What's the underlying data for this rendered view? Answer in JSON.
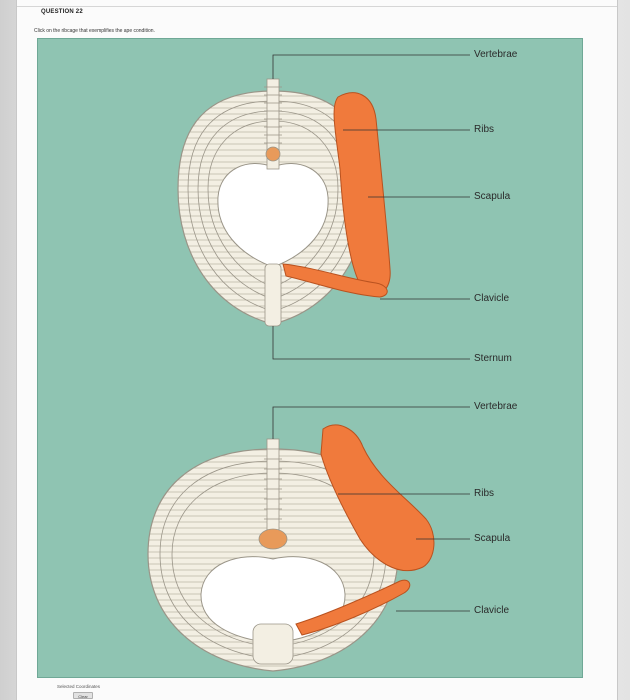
{
  "question": {
    "title": "QUESTION 22",
    "prompt": "Click on the ribcage that exemplifies the ape condition."
  },
  "figure": {
    "top_labels": [
      "Vertebrae",
      "Ribs",
      "Scapula",
      "Clavicle",
      "Sternum"
    ],
    "bottom_labels": [
      "Vertebrae",
      "Ribs",
      "Scapula",
      "Clavicle"
    ],
    "colors": {
      "background": "#8fc4b2",
      "bone": "#f3efe3",
      "bone_outline": "#9a9588",
      "scapula": "#f07a3c"
    }
  },
  "footer": {
    "coordinates_label": "Selected Coordinates",
    "clear_button": "Clear"
  }
}
